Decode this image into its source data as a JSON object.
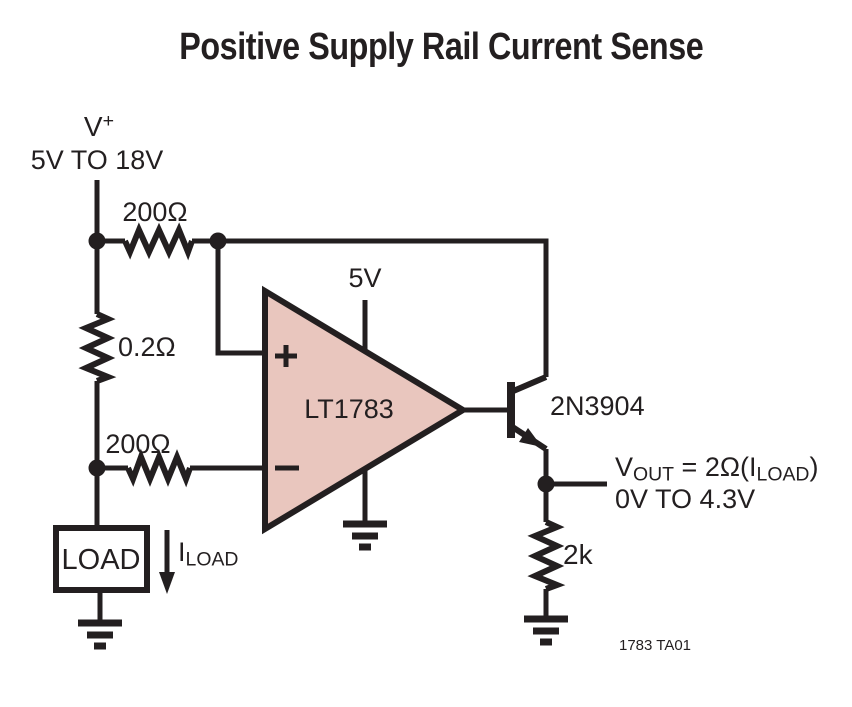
{
  "title": "Positive Supply Rail Current Sense",
  "colors": {
    "ink": "#231f20",
    "opamp_fill": "#e9c6be",
    "background": "#ffffff"
  },
  "supply": {
    "v_plus_base": "V",
    "v_plus_sup": "+",
    "range": "5V TO 18V"
  },
  "components": {
    "r_top": "200Ω",
    "r_sense": "0.2Ω",
    "r_bottom": "200Ω",
    "r_emitter": "2k",
    "opamp_name": "LT1783",
    "opamp_supply": "5V",
    "transistor": "2N3904",
    "load": "LOAD"
  },
  "output": {
    "v_base": "V",
    "v_sub": "OUT",
    "equation_mid": " = 2Ω(I",
    "equation_sub": "LOAD",
    "equation_end": ")",
    "range": "0V TO 4.3V"
  },
  "current": {
    "base": "I",
    "sub": "LOAD"
  },
  "figure_id": "1783 TA01",
  "icons": {
    "plus_input": "+",
    "minus_input": "−",
    "ground": "ground-symbol",
    "current_arrow": "arrow-down"
  }
}
